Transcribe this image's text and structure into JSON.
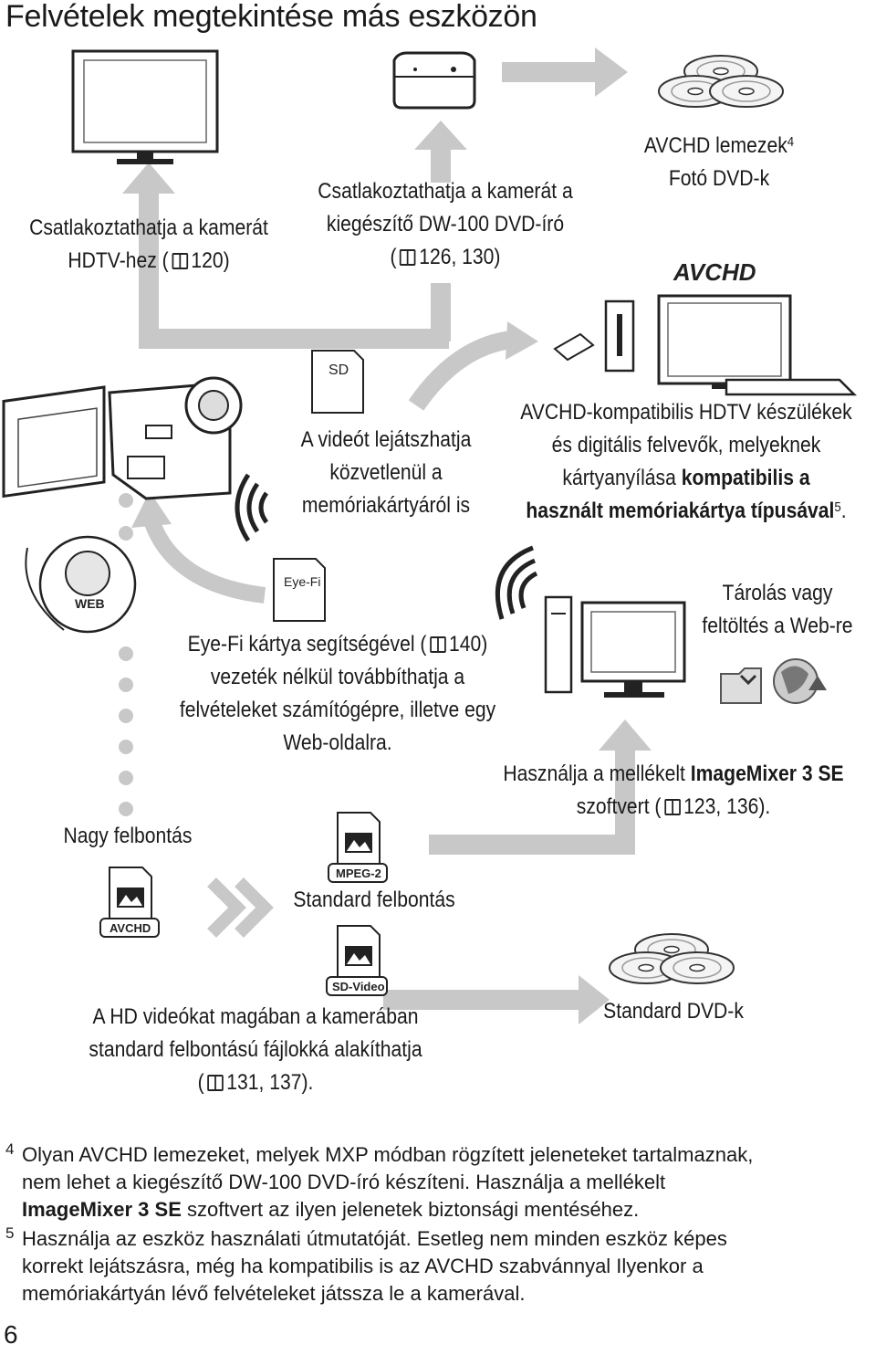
{
  "page": {
    "title": "Felvételek megtekintése más eszközön",
    "number": "6"
  },
  "captions": {
    "hdtv": [
      "Csatlakoztathatja a kamerát",
      "HDTV-hez ("
    ],
    "hdtv_ref": "120)",
    "dw100": [
      "Csatlakoztathatja a kamerát a",
      "kiegészítő DW-100 DVD-író"
    ],
    "dw100_ref": "126, 130)",
    "avchd_discs": "AVCHD lemezek",
    "avchd_discs_sup": "4",
    "photo_dvd": "Fotó DVD-k",
    "avchd_logo": "AVCHD",
    "sd_label": "SD",
    "memcard": [
      "A videót lejátszhatja",
      "közvetlenül a",
      "memóriakártyáról is"
    ],
    "compat_lines": [
      "AVCHD-kompatibilis HDTV készülékek",
      "és digitális felvevők, melyeknek",
      "kártyanyílása "
    ],
    "compat_bold1": "kompatibilis a",
    "compat_bold2": "használt memóriakártya típusával",
    "compat_sup": "5",
    "compat_end": ".",
    "web_label": "WEB",
    "eyefi_label": "Eye-Fi",
    "eyefi_lines": [
      "Eye-Fi kártya segítségével (",
      "vezeték nélkül továbbíthatja a",
      "felvételeket számítógépre, illetve egy",
      "Web-oldalra."
    ],
    "eyefi_ref": "140)",
    "storage": [
      "Tárolás vagy",
      "feltöltés a Web-re"
    ],
    "imagemixer_pre": "Használja a mellékelt ",
    "imagemixer_bold": "ImageMixer 3 SE",
    "imagemixer_line2": "szoftvert (",
    "imagemixer_ref": "123, 136).",
    "high_res": "Nagy felbontás",
    "std_res": "Standard felbontás",
    "avchd_badge": "AVCHD",
    "mpeg2_badge": "MPEG-2",
    "sdvideo_badge": "SD-Video",
    "convert": [
      "A HD videókat magában a kamerában",
      "standard felbontású fájlokká alakíthatja",
      "("
    ],
    "convert_ref": "131, 137).",
    "std_dvd": "Standard DVD-k"
  },
  "footnotes": [
    {
      "num": "4",
      "text": "Olyan AVCHD lemezeket, melyek MXP módban rögzített jeleneteket tartalmaznak,",
      "text2": "nem lehet a kiegészítő DW-100 DVD-író készíteni. Használja a mellékelt",
      "bold": "ImageMixer 3 SE",
      "text3": " szoftvert az ilyen jelenetek biztonsági mentéséhez."
    },
    {
      "num": "5",
      "text": "Használja az eszköz használati útmutatóját. Esetleg nem minden eszköz képes",
      "text2": "korrekt lejátszásra, még ha kompatibilis is az AVCHD szabvánnyal Ilyenkor a",
      "text3": "memóriakártyán lévő felvételeket játssza le a kamerával."
    }
  ],
  "colors": {
    "arrow": "#c8c8c8",
    "line": "#1a1a1a",
    "ref_blue": "#1a1a1a"
  }
}
